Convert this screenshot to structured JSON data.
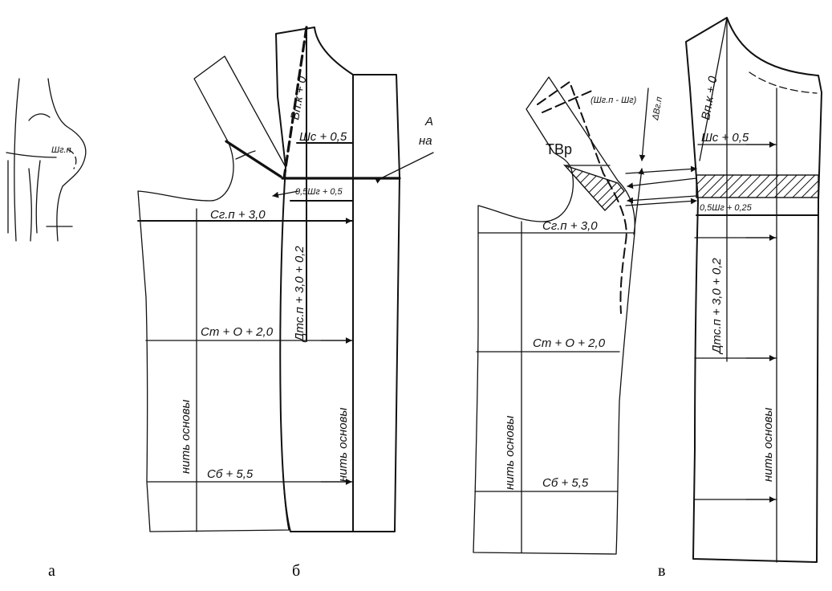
{
  "captions": {
    "a": "а",
    "b": "б",
    "v": "в"
  },
  "fig_a": {
    "label": "Шг.п"
  },
  "fig_b": {
    "chest_width": "Сг.п + 3,0",
    "waist": "Ст + О + 2,0",
    "hip": "Сб + 5,5",
    "grain_left": "нить основы",
    "grain_right": "нить основы",
    "shoulder": "Вп.к + 0",
    "shoulder_width": "Шс + 0,5",
    "half_chest": "0,5Шг + 0,5",
    "back_length": "Дтс.п + 3,0 + 0,2",
    "callout_1": "А",
    "callout_2": "на"
  },
  "fig_v": {
    "armhole_point": "ТВр",
    "dart": "(Шг.п - Шг)",
    "dart_delta": "ΔВг.п",
    "chest_width": "Сг.п + 3,0",
    "waist": "Ст + О + 2,0",
    "hip": "Сб + 5,5",
    "grain_left": "нить основы",
    "grain_right": "нить основы",
    "shoulder": "Вп.к + 0",
    "shoulder_width": "Шс + 0,5",
    "half_chest": "0,5Шг + 0,25",
    "back_length": "Дтс.п + 3,0 + 0,2"
  }
}
